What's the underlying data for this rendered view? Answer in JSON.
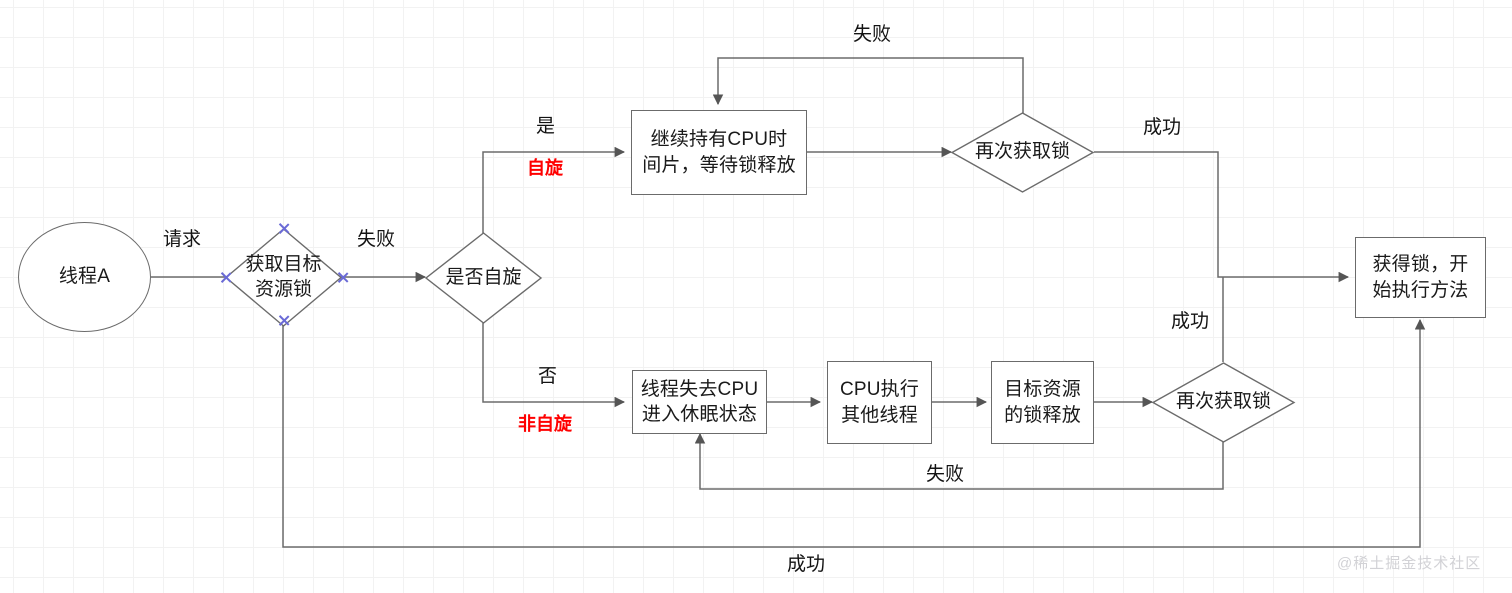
{
  "diagram": {
    "type": "flowchart",
    "title_text": "",
    "watermark": "@稀土掘金技术社区",
    "colors": {
      "stroke": "#6b6b6b",
      "text": "#1a1a1a",
      "label_red": "#ff0000",
      "handle_blue": "#6a6ad6",
      "grid_minor": "#f2f2f2",
      "grid_major": "#e4e4e4",
      "background": "#ffffff"
    },
    "nodes": [
      {
        "id": "thread_a",
        "shape": "circle",
        "label": "线程A"
      },
      {
        "id": "acquire_lock",
        "shape": "diamond",
        "label": "获取目标\n资源锁",
        "line1": "获取目标",
        "line2": "资源锁"
      },
      {
        "id": "is_spin",
        "shape": "diamond",
        "label": "是否自旋"
      },
      {
        "id": "hold_cpu",
        "shape": "rect",
        "label": "继续持有CPU时\n间片，等待锁释放",
        "line1": "继续持有CPU时",
        "line2": "间片，等待锁释放"
      },
      {
        "id": "retry_lock_top",
        "shape": "diamond",
        "label": "再次获取锁"
      },
      {
        "id": "lose_cpu",
        "shape": "rect",
        "label": "线程失去CPU\n进入休眠状态",
        "line1": "线程失去CPU",
        "line2": "进入休眠状态"
      },
      {
        "id": "cpu_other",
        "shape": "rect",
        "label": "CPU执行\n其他线程",
        "line1": "CPU执行",
        "line2": "其他线程"
      },
      {
        "id": "lock_release",
        "shape": "rect",
        "label": "目标资源\n的锁释放",
        "line1": "目标资源",
        "line2": "的锁释放"
      },
      {
        "id": "retry_lock_bot",
        "shape": "diamond",
        "label": "再次获取锁"
      },
      {
        "id": "got_lock",
        "shape": "rect",
        "label": "获得锁，开\n始执行方法",
        "line1": "获得锁，开",
        "line2": "始执行方法"
      }
    ],
    "edge_labels": [
      {
        "id": "req",
        "text": "请求",
        "color": "black"
      },
      {
        "id": "fail_acquire",
        "text": "失败",
        "color": "black"
      },
      {
        "id": "yes",
        "text": "是",
        "color": "black"
      },
      {
        "id": "spin",
        "text": "自旋",
        "color": "red"
      },
      {
        "id": "no",
        "text": "否",
        "color": "black"
      },
      {
        "id": "non_spin",
        "text": "非自旋",
        "color": "red"
      },
      {
        "id": "fail_top",
        "text": "失败",
        "color": "black"
      },
      {
        "id": "success_top",
        "text": "成功",
        "color": "black"
      },
      {
        "id": "success_mid",
        "text": "成功",
        "color": "black"
      },
      {
        "id": "fail_bottom",
        "text": "失败",
        "color": "black"
      },
      {
        "id": "success_bot",
        "text": "成功",
        "color": "black"
      }
    ]
  }
}
